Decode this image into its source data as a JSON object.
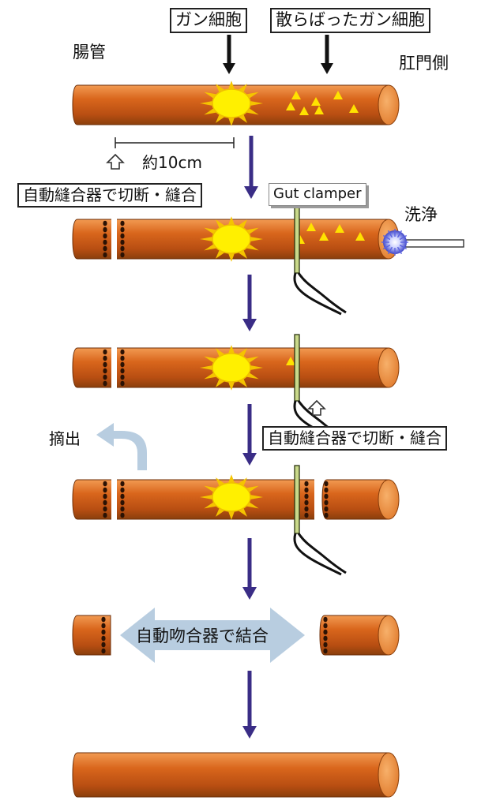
{
  "labels": {
    "cancer_cell": "ガン細胞",
    "scattered_cells": "散らばったガン細胞",
    "intestine": "腸管",
    "anal_side": "肛門側",
    "distance": "約10cm",
    "cut_suture_1": "自動縫合器で切断・縫合",
    "gut_clamper": "Gut clamper",
    "irrigation": "洗浄",
    "cut_suture_2": "自動縫合器で切断・縫合",
    "excision": "摘出",
    "anastomosis": "自動吻合器で結合"
  },
  "colors": {
    "tube_dark": "#8a3f0c",
    "tube_mid": "#d9661c",
    "tube_light": "#f29a52",
    "tumor_fill": "#fff000",
    "tumor_ray": "#f5c400",
    "flow_arrow": "#3a2d86",
    "hint_arrow": "#b8cde0",
    "clamp": "#c9d98a"
  },
  "icons": [
    "tumor-sun-icon",
    "scattered-cell-triangle-icon",
    "irrigation-spark-icon"
  ]
}
